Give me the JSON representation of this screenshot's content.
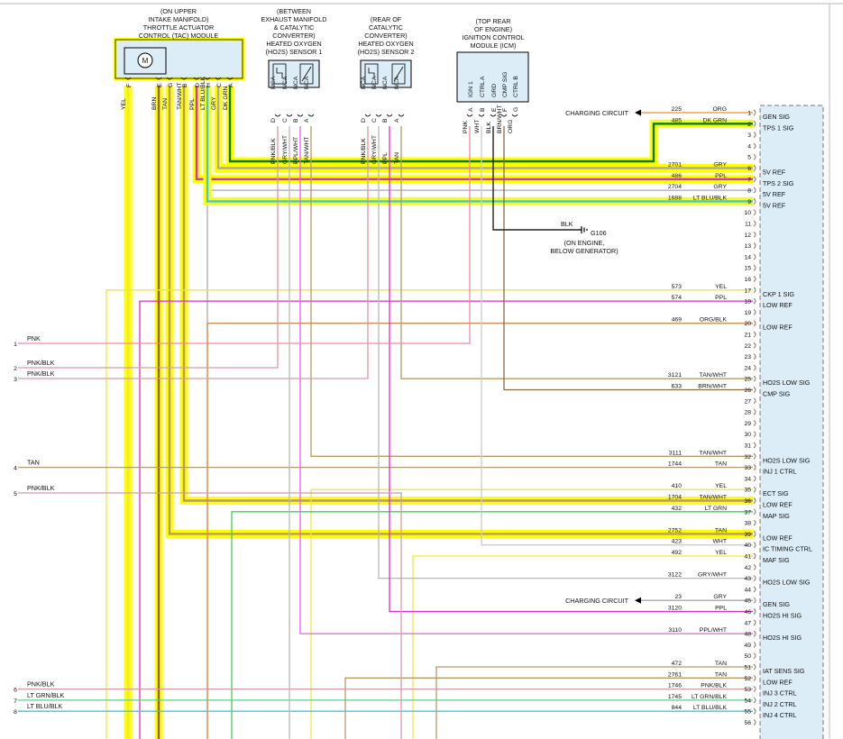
{
  "components": {
    "tac": {
      "caption": [
        "(ON UPPER",
        "INTAKE MANIFOLD)",
        "THROTTLE ACTUATOR",
        "CONTROL (TAC) MODULE"
      ],
      "motor": "M",
      "pins": [
        "F",
        "E",
        "G",
        "B",
        "D",
        "H",
        "C",
        "A"
      ],
      "wires": [
        "YEL",
        "BRN",
        "TAN",
        "TAN/WHT",
        "PPL",
        "LT BLU/BLK",
        "GRY",
        "DK GRN"
      ]
    },
    "ho2s1": {
      "caption": [
        "(BETWEEN",
        "EXHAUST MANIFOLD",
        "& CATALYTIC",
        "CONVERTER)",
        "HEATED OXYGEN",
        "(HO2S) SENSOR 1"
      ],
      "pins": [
        "D",
        "C",
        "B",
        "A"
      ],
      "wires": [
        "PNK/BLK",
        "GRY/WHT",
        "PPL/WHT",
        "TAN/WHT"
      ],
      "nca": "NCA"
    },
    "ho2s2": {
      "caption": [
        "(REAR OF",
        "CATALYTIC",
        "CONVERTER)",
        "HEATED OXYGEN",
        "(HO2S) SENSOR 2"
      ],
      "pins": [
        "D",
        "C",
        "B",
        "A"
      ],
      "wires": [
        "PNK/BLK",
        "GRY/WHT",
        "PPL",
        "TAN"
      ],
      "nca": "NCA"
    },
    "icm": {
      "caption": [
        "(TOP REAR",
        "OF ENGINE)",
        "IGNITION CONTROL",
        "MODULE (ICM)"
      ],
      "pin_labels": [
        "IGN 1",
        "CTRL A",
        "GRD",
        "CMP SIG",
        "CTRL B"
      ],
      "pins": [
        "A",
        "B",
        "E",
        "F",
        "G"
      ],
      "wires": [
        "PNK",
        "WHT",
        "BLK",
        "BRN/WHT",
        "ORG"
      ]
    }
  },
  "ground": {
    "wire": "BLK",
    "id": "G106",
    "location": [
      "(ON ENGINE,",
      "BELOW GENERATOR)"
    ]
  },
  "charging_circuit_label": "CHARGING CIRCUIT",
  "left_connector": [
    {
      "pin": "1",
      "color": "PNK"
    },
    {
      "pin": "2",
      "color": "PNK/BLK"
    },
    {
      "pin": "3",
      "color": "PNK/BLK"
    },
    {
      "pin": "4",
      "color": "TAN"
    },
    {
      "pin": "5",
      "color": "PNK/BLK"
    },
    {
      "pin": "6",
      "color": "PNK/BLK"
    },
    {
      "pin": "7",
      "color": "LT GRN/BLK"
    },
    {
      "pin": "8",
      "color": "LT BLU/BLK"
    }
  ],
  "pcm_pins": [
    {
      "pin": "1",
      "circuit": "225",
      "color": "ORG",
      "label": "GEN SIG"
    },
    {
      "pin": "2",
      "circuit": "485",
      "color": "DK GRN",
      "label": "TPS 1 SIG"
    },
    {
      "pin": "3",
      "circuit": "",
      "color": "",
      "label": ""
    },
    {
      "pin": "4",
      "circuit": "",
      "color": "",
      "label": ""
    },
    {
      "pin": "5",
      "circuit": "",
      "color": "",
      "label": ""
    },
    {
      "pin": "6",
      "circuit": "2701",
      "color": "GRY",
      "label": "5V REF"
    },
    {
      "pin": "7",
      "circuit": "486",
      "color": "PPL",
      "label": "TPS 2 SIG"
    },
    {
      "pin": "8",
      "circuit": "2704",
      "color": "GRY",
      "label": "5V REF"
    },
    {
      "pin": "9",
      "circuit": "1688",
      "color": "LT BLU/BLK",
      "label": "5V REF"
    },
    {
      "pin": "10",
      "circuit": "",
      "color": "",
      "label": ""
    },
    {
      "pin": "11",
      "circuit": "",
      "color": "",
      "label": ""
    },
    {
      "pin": "12",
      "circuit": "",
      "color": "",
      "label": ""
    },
    {
      "pin": "13",
      "circuit": "",
      "color": "",
      "label": ""
    },
    {
      "pin": "14",
      "circuit": "",
      "color": "",
      "label": ""
    },
    {
      "pin": "15",
      "circuit": "",
      "color": "",
      "label": ""
    },
    {
      "pin": "16",
      "circuit": "",
      "color": "",
      "label": ""
    },
    {
      "pin": "17",
      "circuit": "573",
      "color": "YEL",
      "label": "CKP 1 SIG"
    },
    {
      "pin": "18",
      "circuit": "574",
      "color": "PPL",
      "label": "LOW REF"
    },
    {
      "pin": "19",
      "circuit": "",
      "color": "",
      "label": ""
    },
    {
      "pin": "20",
      "circuit": "469",
      "color": "ORG/BLK",
      "label": "LOW REF"
    },
    {
      "pin": "21",
      "circuit": "",
      "color": "",
      "label": ""
    },
    {
      "pin": "22",
      "circuit": "",
      "color": "",
      "label": ""
    },
    {
      "pin": "23",
      "circuit": "",
      "color": "",
      "label": ""
    },
    {
      "pin": "24",
      "circuit": "",
      "color": "",
      "label": ""
    },
    {
      "pin": "25",
      "circuit": "3121",
      "color": "TAN/WHT",
      "label": "HO2S LOW SIG"
    },
    {
      "pin": "26",
      "circuit": "633",
      "color": "BRN/WHT",
      "label": "CMP SIG"
    },
    {
      "pin": "27",
      "circuit": "",
      "color": "",
      "label": ""
    },
    {
      "pin": "28",
      "circuit": "",
      "color": "",
      "label": ""
    },
    {
      "pin": "29",
      "circuit": "",
      "color": "",
      "label": ""
    },
    {
      "pin": "30",
      "circuit": "",
      "color": "",
      "label": ""
    },
    {
      "pin": "31",
      "circuit": "",
      "color": "",
      "label": ""
    },
    {
      "pin": "32",
      "circuit": "3111",
      "color": "TAN/WHT",
      "label": "HO2S LOW SIG"
    },
    {
      "pin": "33",
      "circuit": "1744",
      "color": "TAN",
      "label": "INJ 1 CTRL"
    },
    {
      "pin": "34",
      "circuit": "",
      "color": "",
      "label": ""
    },
    {
      "pin": "35",
      "circuit": "410",
      "color": "YEL",
      "label": "ECT SIG"
    },
    {
      "pin": "36",
      "circuit": "1704",
      "color": "TAN/WHT",
      "label": "LOW REF"
    },
    {
      "pin": "37",
      "circuit": "432",
      "color": "LT GRN",
      "label": "MAP SIG"
    },
    {
      "pin": "38",
      "circuit": "",
      "color": "",
      "label": ""
    },
    {
      "pin": "39",
      "circuit": "2752",
      "color": "TAN",
      "label": "LOW REF"
    },
    {
      "pin": "40",
      "circuit": "423",
      "color": "WHT",
      "label": "IC TIMING CTRL"
    },
    {
      "pin": "41",
      "circuit": "492",
      "color": "YEL",
      "label": "MAF SIG"
    },
    {
      "pin": "42",
      "circuit": "",
      "color": "",
      "label": ""
    },
    {
      "pin": "43",
      "circuit": "3122",
      "color": "GRY/WHT",
      "label": "HO2S LOW SIG"
    },
    {
      "pin": "44",
      "circuit": "",
      "color": "",
      "label": ""
    },
    {
      "pin": "45",
      "circuit": "23",
      "color": "GRY",
      "label": "GEN SIG"
    },
    {
      "pin": "46",
      "circuit": "3120",
      "color": "PPL",
      "label": "HO2S HI SIG"
    },
    {
      "pin": "47",
      "circuit": "",
      "color": "",
      "label": ""
    },
    {
      "pin": "48",
      "circuit": "3110",
      "color": "PPL/WHT",
      "label": "HO2S HI SIG"
    },
    {
      "pin": "49",
      "circuit": "",
      "color": "",
      "label": ""
    },
    {
      "pin": "50",
      "circuit": "",
      "color": "",
      "label": ""
    },
    {
      "pin": "51",
      "circuit": "472",
      "color": "TAN",
      "label": "IAT SENS SIG"
    },
    {
      "pin": "52",
      "circuit": "2761",
      "color": "TAN",
      "label": "LOW REF"
    },
    {
      "pin": "53",
      "circuit": "1746",
      "color": "PNK/BLK",
      "label": "INJ 3 CTRL"
    },
    {
      "pin": "54",
      "circuit": "1745",
      "color": "LT GRN/BLK",
      "label": "INJ 2 CTRL"
    },
    {
      "pin": "55",
      "circuit": "844",
      "color": "LT BLU/BLK",
      "label": "INJ 4 CTRL"
    },
    {
      "pin": "56",
      "circuit": "",
      "color": "",
      "label": ""
    }
  ],
  "wire_colors": {
    "ORG": "#f28a2e",
    "DK GRN": "#0b7a1a",
    "GRY": "#aaaaaa",
    "PPL": "#e028d6",
    "LT BLU/BLK": "#3fc6e8",
    "YEL": "#f2e640",
    "ORG/BLK": "#d88c48",
    "TAN/WHT": "#b89a6a",
    "BRN/WHT": "#8a6a44",
    "TAN": "#b89a6a",
    "LT GRN": "#44cc55",
    "WHT": "#cccccc",
    "GRY/WHT": "#b8b8b8",
    "PPL/WHT": "#e860e0",
    "PNK/BLK": "#d89aa4",
    "PNK": "#f08aa0",
    "LT GRN/BLK": "#66cc88",
    "BRN": "#8a5a2a",
    "BLK": "#222222",
    "highlight": "#ffff00"
  }
}
